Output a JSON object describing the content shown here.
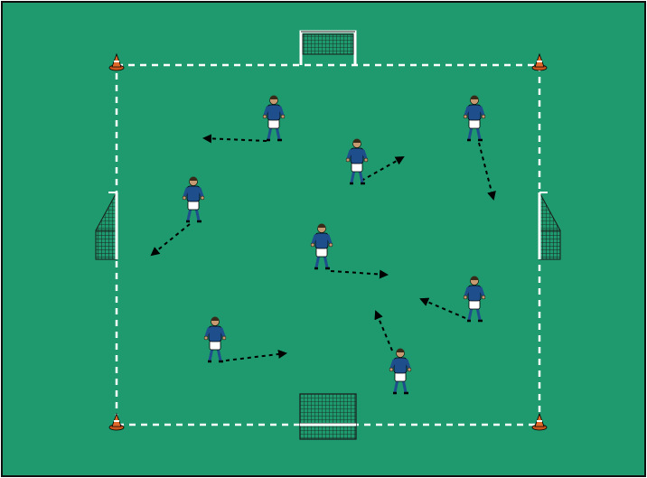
{
  "colors": {
    "pitch": "#1e9a6e",
    "border": "#101010",
    "lines": "#ffffff",
    "jersey": "#1f4e8c",
    "shorts": "#ffffff",
    "socks": "#1f4e8c",
    "skin": "#c79a72",
    "hair": "#3a2a1a",
    "cone": "#e0692a",
    "cone_stripe": "#ffffff",
    "net": "#1a1a1a",
    "arrow": "#000000"
  },
  "diagram": {
    "cones": 4,
    "goals": [
      "top-small",
      "bottom-large",
      "left-side",
      "right-side"
    ],
    "players": 8,
    "movement_arrows": 8,
    "arrow_style": "dashed-with-arrowhead"
  }
}
